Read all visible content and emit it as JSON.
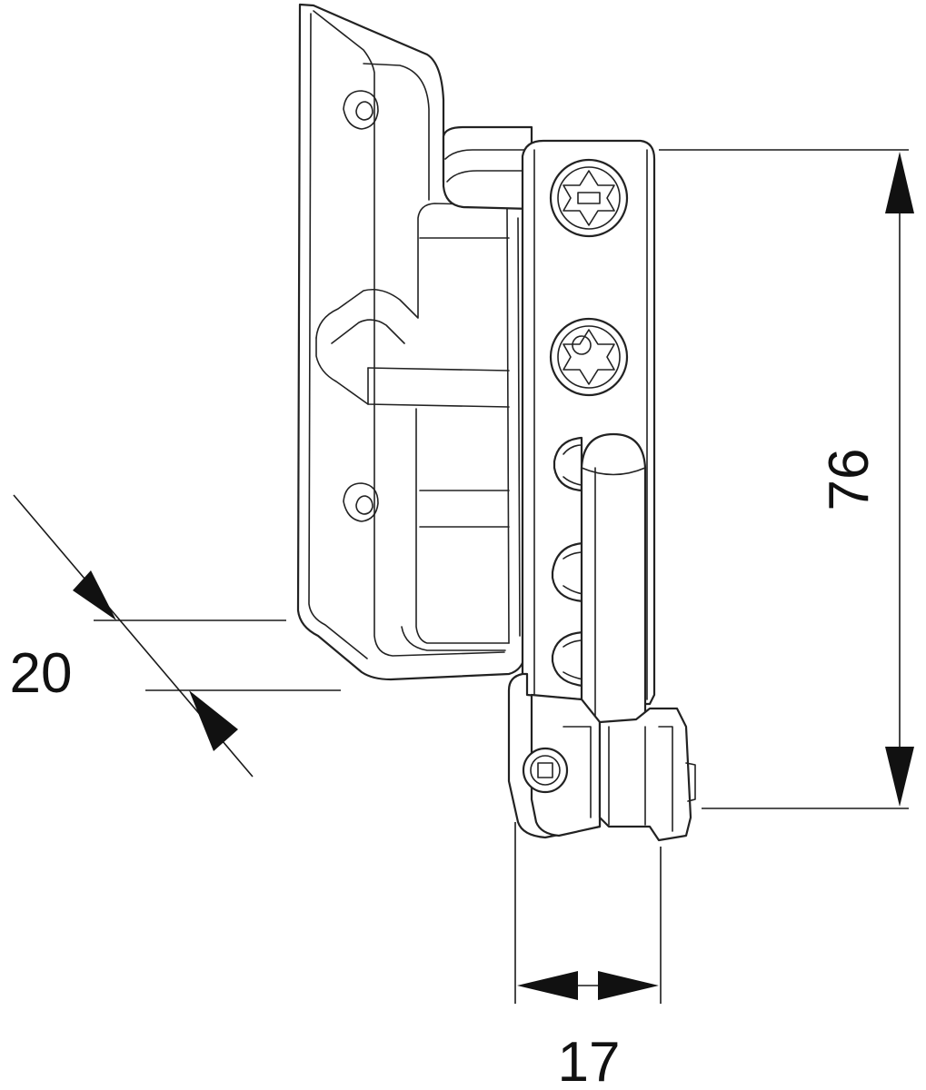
{
  "dimensions": {
    "height": {
      "label": "76"
    },
    "depth": {
      "label": "20"
    },
    "width": {
      "label": "17"
    }
  },
  "colors": {
    "line": "#222222",
    "background": "#ffffff"
  }
}
